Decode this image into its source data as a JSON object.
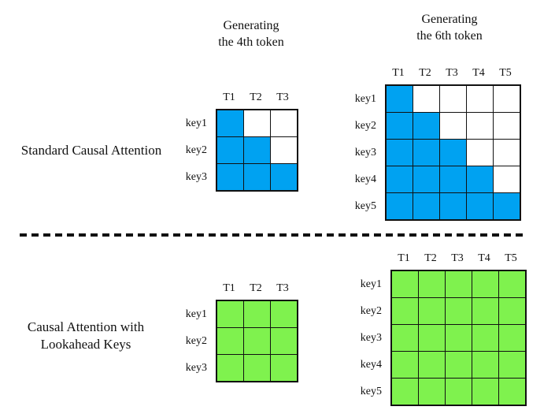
{
  "colors": {
    "filled_blue": "#00A2F1",
    "filled_green": "#7FF24E",
    "empty_cell": "#FFFFFF",
    "grid_line": "#111111",
    "background": "#FFFFFF",
    "text": "#111111"
  },
  "section_labels": {
    "standard": "Standard Causal Attention",
    "lookahead_line1": "Causal Attention with",
    "lookahead_line2": "Lookahead Keys"
  },
  "grids": [
    {
      "id": "standard-3x3",
      "title_lines": [
        "Generating",
        "the 4th token"
      ],
      "columns": [
        "T1",
        "T2",
        "T3"
      ],
      "rows": [
        "key1",
        "key2",
        "key3"
      ],
      "fill": "blue",
      "cells": [
        [
          1,
          0,
          0
        ],
        [
          1,
          1,
          0
        ],
        [
          1,
          1,
          1
        ]
      ]
    },
    {
      "id": "standard-5x5",
      "title_lines": [
        "Generating",
        "the 6th token"
      ],
      "columns": [
        "T1",
        "T2",
        "T3",
        "T4",
        "T5"
      ],
      "rows": [
        "key1",
        "key2",
        "key3",
        "key4",
        "key5"
      ],
      "fill": "blue",
      "cells": [
        [
          1,
          0,
          0,
          0,
          0
        ],
        [
          1,
          1,
          0,
          0,
          0
        ],
        [
          1,
          1,
          1,
          0,
          0
        ],
        [
          1,
          1,
          1,
          1,
          0
        ],
        [
          1,
          1,
          1,
          1,
          1
        ]
      ]
    },
    {
      "id": "lookahead-3x3",
      "title_lines": [],
      "columns": [
        "T1",
        "T2",
        "T3"
      ],
      "rows": [
        "key1",
        "key2",
        "key3"
      ],
      "fill": "green",
      "cells": [
        [
          1,
          1,
          1
        ],
        [
          1,
          1,
          1
        ],
        [
          1,
          1,
          1
        ]
      ]
    },
    {
      "id": "lookahead-5x5",
      "title_lines": [],
      "columns": [
        "T1",
        "T2",
        "T3",
        "T4",
        "T5"
      ],
      "rows": [
        "key1",
        "key2",
        "key3",
        "key4",
        "key5"
      ],
      "fill": "green",
      "cells": [
        [
          1,
          1,
          1,
          1,
          1
        ],
        [
          1,
          1,
          1,
          1,
          1
        ],
        [
          1,
          1,
          1,
          1,
          1
        ],
        [
          1,
          1,
          1,
          1,
          1
        ],
        [
          1,
          1,
          1,
          1,
          1
        ]
      ]
    }
  ]
}
